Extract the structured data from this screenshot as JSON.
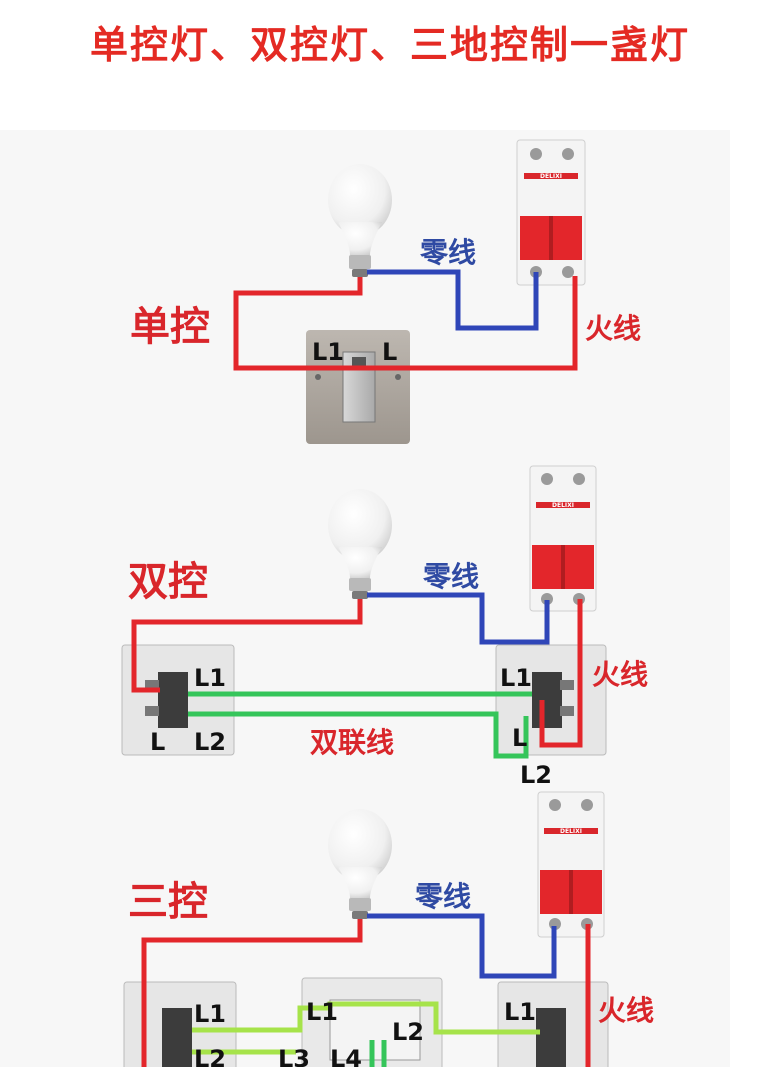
{
  "title": "单控灯、双控灯、三地控制一盏灯",
  "sections": {
    "single": {
      "label": "单控",
      "neutral": "零线",
      "live": "火线",
      "terminals": [
        "L1",
        "L"
      ]
    },
    "double": {
      "label": "双控",
      "neutral": "零线",
      "live": "火线",
      "link": "双联线",
      "left_terminals": [
        "L1",
        "L",
        "L2"
      ],
      "right_terminals": [
        "L1",
        "L",
        "L2"
      ]
    },
    "triple": {
      "label": "三控",
      "neutral": "零线",
      "live": "火线",
      "left_terminals": [
        "L1",
        "L2"
      ],
      "middle_terminals": [
        "L1",
        "L2",
        "L3",
        "L4"
      ],
      "right_terminals": [
        "L1"
      ]
    }
  },
  "breaker_brand": "DELIXI",
  "colors": {
    "title": "#e42a23",
    "live_wire": "#e3262b",
    "neutral_wire": "#2f46b8",
    "link_wire": "#35c55a",
    "link_wire_alt": "#a6e34a"
  }
}
